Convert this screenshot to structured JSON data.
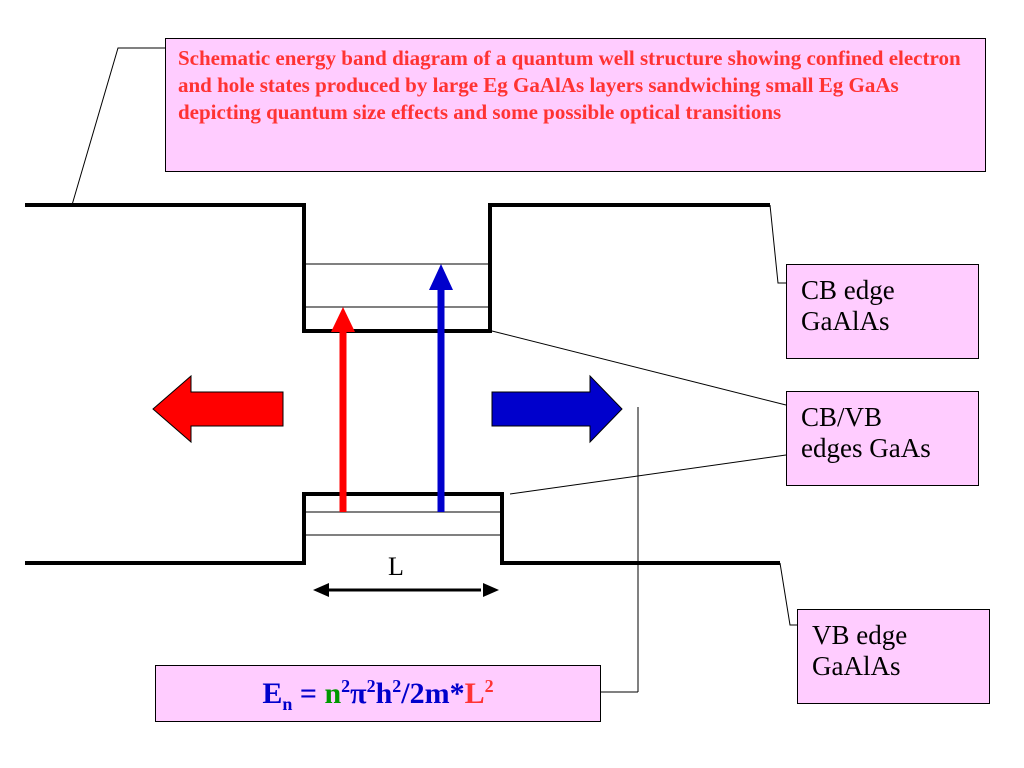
{
  "caption": "Schematic energy band diagram of a quantum well structure showing confined electron and hole states produced by large Eg GaAlAs layers sandwiching small Eg GaAs depicting quantum size effects and some possible optical transitions",
  "labels": {
    "cb_edge_line1": "CB edge",
    "cb_edge_line2": "GaAlAs",
    "well_edges_line1": "CB/VB",
    "well_edges_line2": "edges GaAs",
    "vb_edge_line1": "VB edge",
    "vb_edge_line2": "GaAlAs",
    "well_width": "L"
  },
  "formula": {
    "E": "E",
    "sub_n": "n",
    "equals": " = ",
    "n": "n",
    "sup1": "2",
    "pi": "π",
    "sup2": "2",
    "h": "h",
    "sup3": "2",
    "rest": "/2m*",
    "L": "L",
    "sup4": "2"
  },
  "colors": {
    "caption_text": "#ff3333",
    "box_fill": "#ffccff",
    "red_arrow": "#ff0000",
    "blue_arrow": "#0000cc",
    "band_line": "#000000"
  }
}
